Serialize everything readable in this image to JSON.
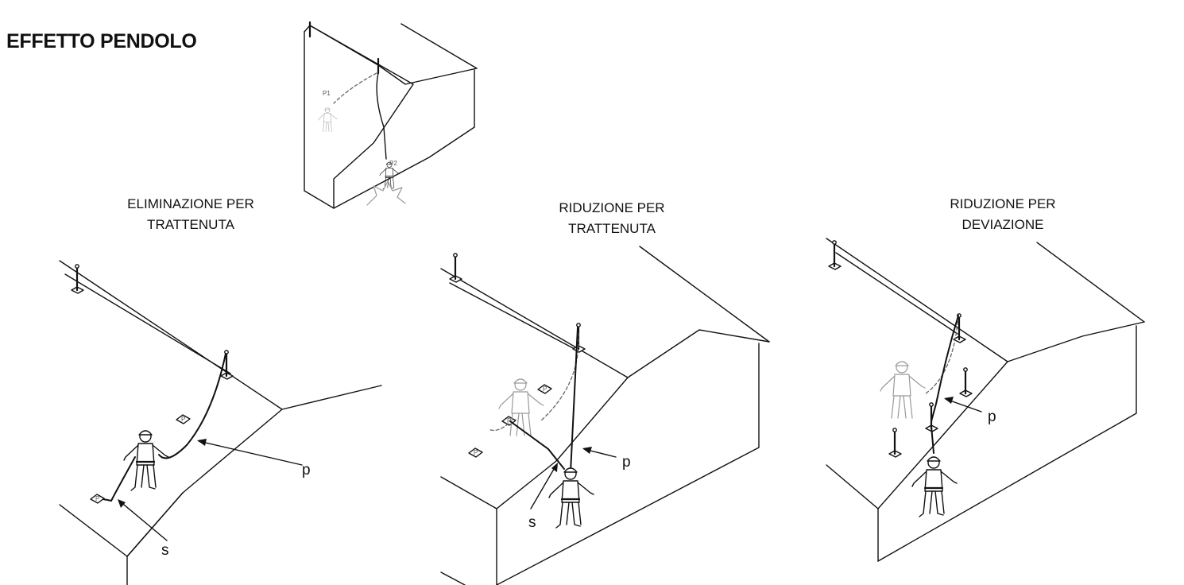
{
  "title": "EFFETTO PENDOLO",
  "panels": [
    {
      "id": "elimination",
      "caption_lines": [
        "ELIMINAZIONE PER",
        "TRATTENUTA"
      ],
      "labels": {
        "p": "p",
        "s": "s"
      }
    },
    {
      "id": "reduction-restraint",
      "caption_lines": [
        "RIDUZIONE PER",
        "TRATTENUTA"
      ],
      "labels": {
        "p": "p",
        "s": "s"
      }
    },
    {
      "id": "reduction-deviation",
      "caption_lines": [
        "RIDUZIONE PER",
        "DEVIAZIONE"
      ],
      "labels": {
        "p": "p"
      }
    }
  ],
  "top_illustration": {
    "labels": {
      "position_1": "P1",
      "position_2": "P2"
    }
  }
}
